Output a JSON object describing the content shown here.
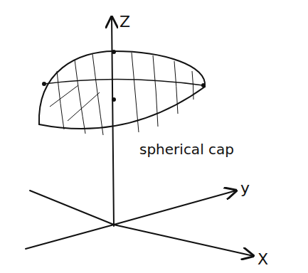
{
  "diagram": {
    "labels": [
      "Z",
      "y",
      "X",
      "spherical cap"
    ]
  }
}
